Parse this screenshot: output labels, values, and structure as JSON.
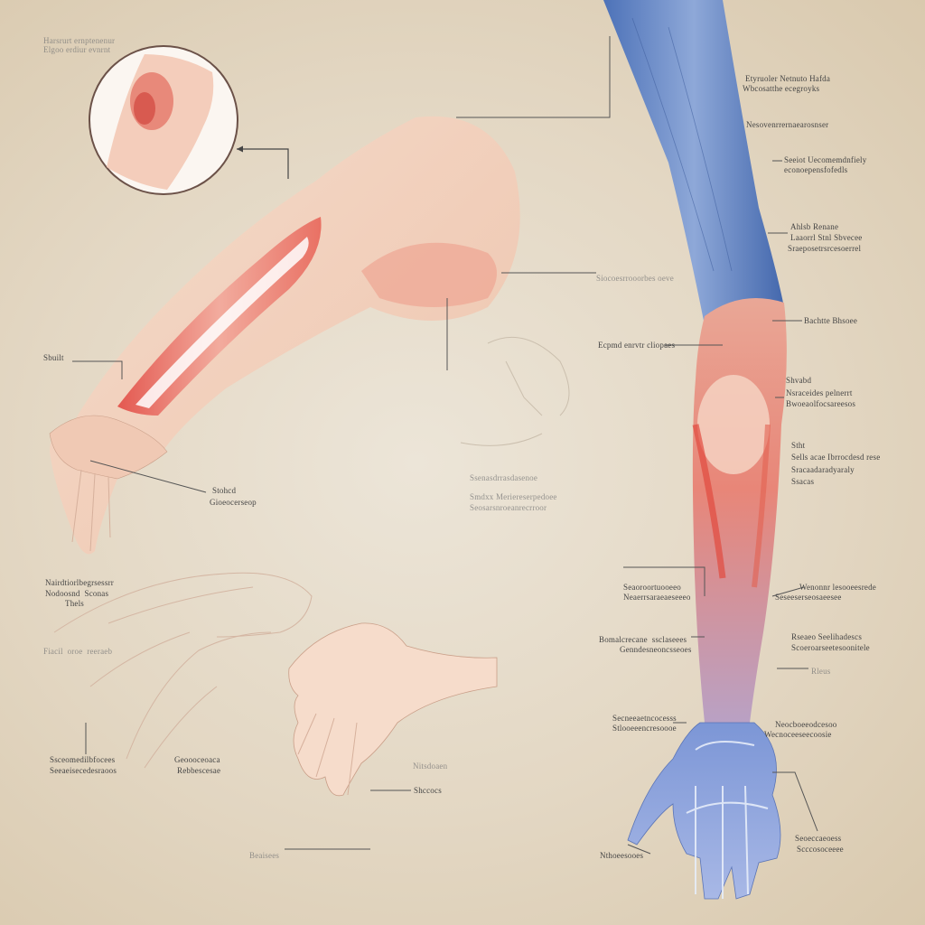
{
  "colors": {
    "background": "#e6dccb",
    "skin": "#f3d3c0",
    "muscle_red": "#e0584f",
    "bone_blue": "#8ea6dc",
    "sleeve_blue": "#5f83c4",
    "leader_line": "#555555"
  },
  "icons": [
    "arrow-icon"
  ],
  "labels": [
    {
      "id": "top-left-1",
      "text": "Harsrurt ernptenenur"
    },
    {
      "id": "top-left-2",
      "text": "Elgoo erdiur evnrnt"
    },
    {
      "id": "right-1",
      "text": "Etyruoler Netnuto Hafda"
    },
    {
      "id": "right-2",
      "text": "Wbcosatthe ecegroyks"
    },
    {
      "id": "right-3",
      "text": "Nesovenrrernaearosnser"
    },
    {
      "id": "right-4",
      "text": "Seeiot Uecomemdnfiely"
    },
    {
      "id": "right-5",
      "text": "econoepensfofedls"
    },
    {
      "id": "right-6",
      "text": "Ahlsb Renane"
    },
    {
      "id": "right-7",
      "text": "Laaorrl Stnl Sbvecee"
    },
    {
      "id": "right-8",
      "text": "Sraeposetrsrcesoerrel"
    },
    {
      "id": "right-9",
      "text": "Bachtte Bhsoee"
    },
    {
      "id": "right-10",
      "text": "Shvabd"
    },
    {
      "id": "right-11",
      "text": "Nsraceides pelnerrt"
    },
    {
      "id": "right-12",
      "text": "Bwoeaolfocsareesos"
    },
    {
      "id": "right-13",
      "text": "Stht"
    },
    {
      "id": "right-14",
      "text": "Sells acae Ibrrocdesd rese"
    },
    {
      "id": "right-15",
      "text": "Sracaadaradyaraly"
    },
    {
      "id": "right-16",
      "text": "Ssacas"
    },
    {
      "id": "center-1",
      "text": "Ecpmd enrvtr cliopaes"
    },
    {
      "id": "center-2",
      "text": "Siocoesrrooorbes oeve"
    },
    {
      "id": "left-1",
      "text": "Sbuilt"
    },
    {
      "id": "left-2",
      "text": "Stohcd"
    },
    {
      "id": "left-3",
      "text": "Gioeocerseop"
    },
    {
      "id": "center-3",
      "text": "Ssenasdrrasdasenoe"
    },
    {
      "id": "center-4",
      "text": "Smdxx Meriereserpedoee"
    },
    {
      "id": "center-5",
      "text": "Seosarsnroeanrecrroor"
    },
    {
      "id": "mid-left-1",
      "text": "Nairdtiorlbegrsessrr"
    },
    {
      "id": "mid-left-2",
      "text": "Nodoosnd  Sconas"
    },
    {
      "id": "mid-left-3",
      "text": "Thels"
    },
    {
      "id": "mid-left-4",
      "text": "Fiacil  oroe  reeraeb"
    },
    {
      "id": "lower-mid-1",
      "text": "Seaoroortuooeeo"
    },
    {
      "id": "lower-mid-2",
      "text": "Neaerrsaraeaeseeeo"
    },
    {
      "id": "lower-mid-3",
      "text": "Bomalcrecane  ssclaseees"
    },
    {
      "id": "lower-mid-4",
      "text": "Genndesneoncsseoes"
    },
    {
      "id": "lower-right-1",
      "text": "Wenonnr lesooeesrede"
    },
    {
      "id": "lower-right-2",
      "text": "Seseeserseosaeesee"
    },
    {
      "id": "lower-right-3",
      "text": "Rseaeo Seelihadescs"
    },
    {
      "id": "lower-right-4",
      "text": "Scoeroarseetesoonitele"
    },
    {
      "id": "lower-right-5",
      "text": "Rleus"
    },
    {
      "id": "bottom-left-1",
      "text": "Ssceomedilbfocees"
    },
    {
      "id": "bottom-left-2",
      "text": "Seeaeisecedesraoos"
    },
    {
      "id": "bottom-left-3",
      "text": "Geoooceoaca"
    },
    {
      "id": "bottom-left-4",
      "text": "Rebbescesae"
    },
    {
      "id": "bottom-mid-1",
      "text": "Nitsdoaen"
    },
    {
      "id": "bottom-mid-2",
      "text": "Shccocs"
    },
    {
      "id": "bottom-left-5",
      "text": "Beaisees"
    },
    {
      "id": "wrist-1",
      "text": "Secneeaetncocesss"
    },
    {
      "id": "wrist-2",
      "text": "Stlooeeencresoooe"
    },
    {
      "id": "wrist-3",
      "text": "Neocboeeodcesoo"
    },
    {
      "id": "wrist-4",
      "text": "Wecnoceeseecoosie"
    },
    {
      "id": "hand-1",
      "text": "Seoeccaeoess"
    },
    {
      "id": "hand-2",
      "text": "Scccosoceeee"
    },
    {
      "id": "hand-3",
      "text": "Nthoeesooes"
    }
  ]
}
